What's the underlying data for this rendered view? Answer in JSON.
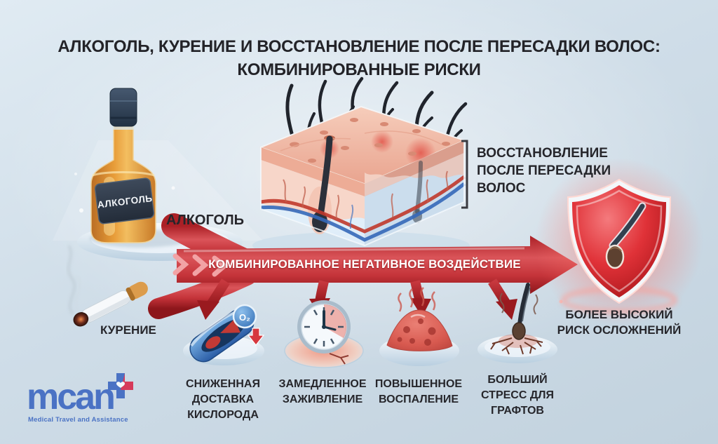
{
  "title": {
    "line1": "АЛКОГОЛЬ, КУРЕНИЕ И ВОССТАНОВЛЕНИЕ ПОСЛЕ ПЕРЕСАДКИ ВОЛОС:",
    "line2": "КОМБИНИРОВАННЫЕ РИСКИ"
  },
  "sources": {
    "alcohol_bottle_text": "АЛКОГОЛЬ",
    "alcohol_label": "АЛКОГОЛЬ",
    "smoking_label": "КУРЕНИЕ"
  },
  "recovery_callout": {
    "line1": "ВОССТАНОВЛЕНИЕ",
    "line2": "ПОСЛЕ ПЕРЕСАДКИ",
    "line3": "ВОЛОС"
  },
  "banner": {
    "text": "КОМБИНИРОВАННОЕ НЕГАТИВНОЕ ВОЗДЕЙСТВИЕ"
  },
  "effects": [
    {
      "id": "reduced-oxygen-delivery",
      "badge": "O₂",
      "line1": "СНИЖЕННАЯ",
      "line2": "ДОСТАВКА",
      "line3": "КИСЛОРОДА"
    },
    {
      "id": "slowed-healing",
      "line1": "ЗАМЕДЛЕННОЕ",
      "line2": "ЗАЖИВЛЕНИЕ"
    },
    {
      "id": "increased-inflammation",
      "line1": "ПОВЫШЕННОЕ",
      "line2": "ВОСПАЛЕНИЕ"
    },
    {
      "id": "graft-stress",
      "line1": "БОЛЬШИЙ",
      "line2": "СТРЕСС ДЛЯ",
      "line3": "ГРАФТОВ"
    }
  ],
  "outcome": {
    "line1": "БОЛЕЕ ВЫСОКИЙ",
    "line2": "РИСК ОСЛОЖНЕНИЙ"
  },
  "logo": {
    "name": "mcan",
    "tagline": "Medical Travel and Assistance"
  },
  "colors": {
    "background": "#cfdde9",
    "arrow_red": "#c22a30",
    "shield_red": "#e03a40",
    "text_dark": "#26262b",
    "banner_text": "#ffffff",
    "logo_blue": "#4a72c4",
    "logo_red": "#d63a5a",
    "disc_blue": "#c3d8e6"
  }
}
